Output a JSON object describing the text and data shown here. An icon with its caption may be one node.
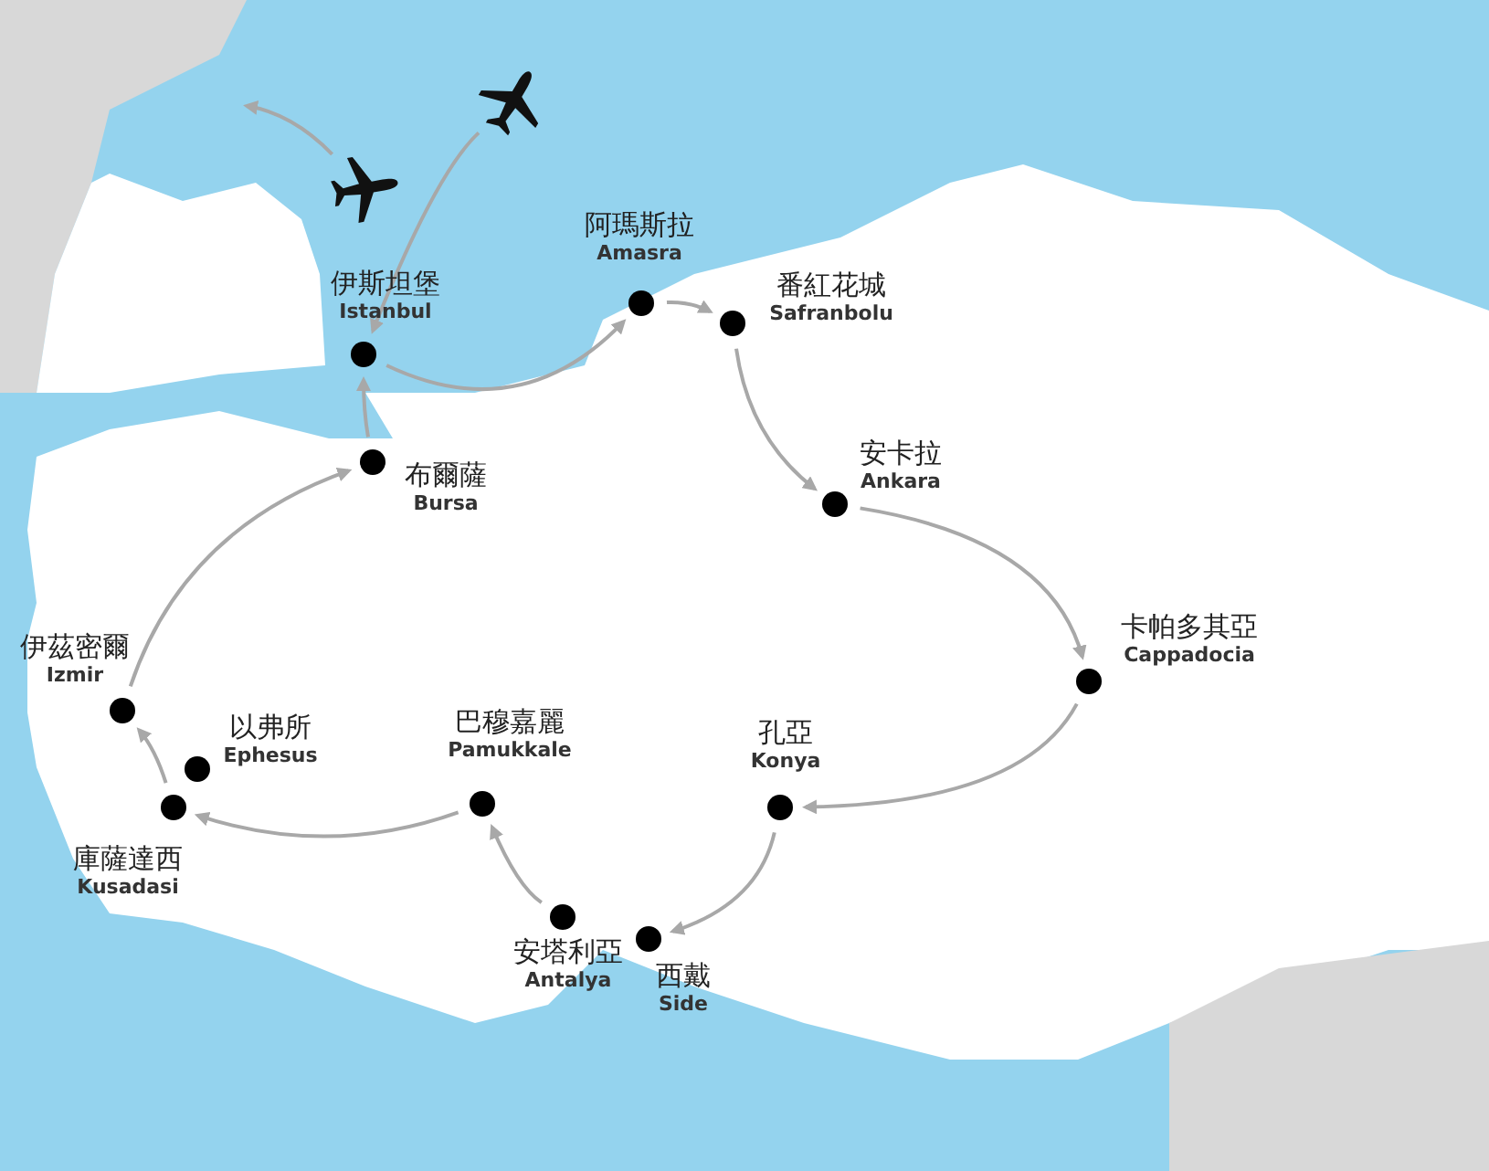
{
  "diagram": {
    "nodes": [
      {
        "text": [],
        "shape": "picture"
      },
      {
        "text": [],
        "shape": "picture"
      },
      {
        "text": [
          "阿瑪斯拉",
          "Amasra"
        ]
      },
      {
        "text": [
          "伊斯坦堡",
          "Istanbul"
        ]
      },
      {
        "text": [
          "番紅花城",
          "Safranbolu"
        ]
      },
      {
        "text": [
          "布爾薩",
          "Bursa"
        ]
      },
      {
        "text": [
          "安卡拉",
          "Ankara"
        ]
      },
      {
        "text": [
          "卡帕多其亞",
          "Cappadocia"
        ]
      },
      {
        "text": [
          "伊茲密爾",
          "Izmir"
        ]
      },
      {
        "text": [
          "以弗所",
          "Ephesus"
        ]
      },
      {
        "text": [
          "巴穆嘉麗",
          "Pamukkale"
        ]
      },
      {
        "text": [
          "孔亞",
          "Konya"
        ]
      },
      {
        "text": [
          "庫薩達西",
          "Kusadasi"
        ]
      },
      {
        "text": [
          "安塔利亞",
          "Antalya"
        ]
      },
      {
        "text": [
          "西戴",
          "Side"
        ]
      }
    ],
    "edges": [
      {
        "from": 1,
        "to": null,
        "arrow": "to"
      },
      {
        "from": 0,
        "to": 3,
        "arrow": "to"
      },
      {
        "from": 3,
        "to": 2,
        "arrow": "to"
      },
      {
        "from": 2,
        "to": 4,
        "arrow": "to"
      },
      {
        "from": 4,
        "to": 6,
        "arrow": "to"
      },
      {
        "from": 6,
        "to": 7,
        "arrow": "to"
      },
      {
        "from": 7,
        "to": 11,
        "arrow": "to"
      },
      {
        "from": 11,
        "to": 14,
        "arrow": "to"
      },
      {
        "from": 13,
        "to": 10,
        "arrow": "to"
      },
      {
        "from": 10,
        "to": 12,
        "arrow": "to"
      },
      {
        "from": 12,
        "to": 8,
        "arrow": "to"
      },
      {
        "from": 8,
        "to": 5,
        "arrow": "to"
      },
      {
        "from": 5,
        "to": 3,
        "arrow": "to"
      }
    ]
  }
}
